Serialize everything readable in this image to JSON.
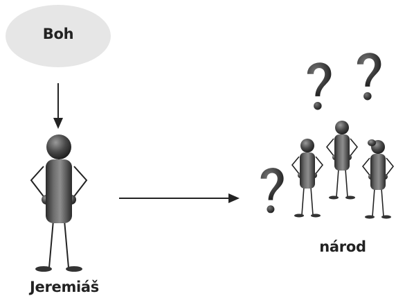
{
  "labels": {
    "god": "Boh",
    "prophet": "Jeremiáš",
    "people": "národ"
  },
  "colors": {
    "ellipse_fill": "#e6e6e6",
    "figure_dark": "#3a3a3a",
    "figure_light": "#8a8a8a",
    "arrow": "#222222"
  },
  "icons": [
    "question-mark-icon",
    "stick-figure-icon"
  ]
}
